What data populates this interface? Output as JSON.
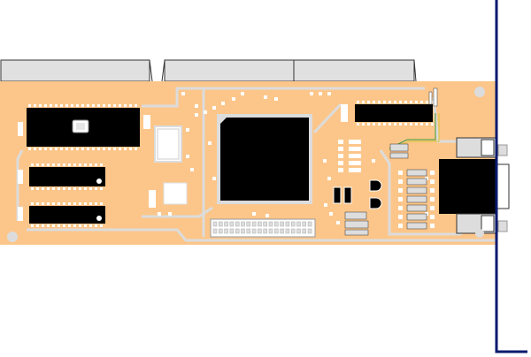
{
  "diagram": {
    "subject": "pc-expansion-card",
    "colors": {
      "board": "#fcc68a",
      "board_edge": "#f4b070",
      "trace": "#dcdcdc",
      "chip": "#000000",
      "pad": "#ffffff",
      "connector_fill": "#e6e6e6",
      "connector_stroke": "#333333",
      "bracket": "#0a1a6e",
      "green_trace": "#3c9a3c",
      "yellow_trace": "#d6c23a"
    },
    "components": {
      "edge_fingers": 3,
      "dip_chips": 4,
      "main_ic": 1,
      "resistor_pack_rows": 7,
      "db_port": 1,
      "pin_header_pins": 36
    }
  }
}
